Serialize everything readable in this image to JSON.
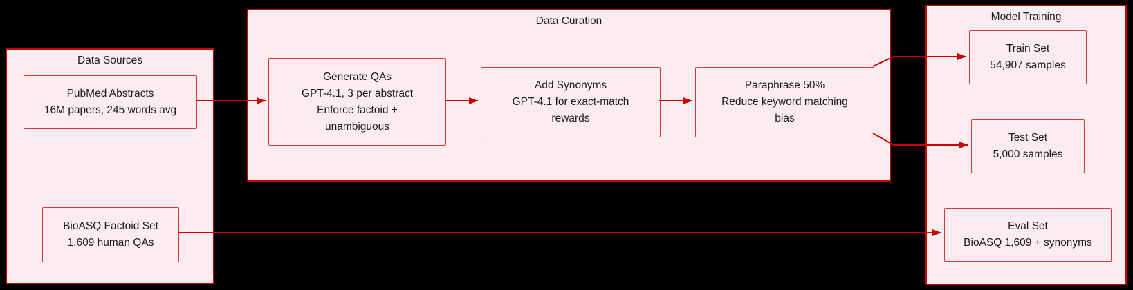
{
  "colors": {
    "background": "#000000",
    "fill": "#fbedef",
    "border_strong": "#cc0000",
    "border_soft": "#cc3e3e",
    "arrow": "#cc0000",
    "text": "#1c1c1c"
  },
  "groups": [
    {
      "id": "data-sources",
      "title": "Data Sources",
      "nodes": [
        {
          "id": "pubmed",
          "lines": [
            "PubMed Abstracts",
            "16M papers, 245 words avg"
          ]
        },
        {
          "id": "bioasq",
          "lines": [
            "BioASQ Factoid Set",
            "1,609 human QAs"
          ]
        }
      ]
    },
    {
      "id": "data-curation",
      "title": "Data Curation",
      "nodes": [
        {
          "id": "generate-qas",
          "lines": [
            "Generate QAs",
            "GPT-4.1, 3 per abstract",
            "Enforce factoid +",
            "unambiguous"
          ]
        },
        {
          "id": "add-synonyms",
          "lines": [
            "Add Synonyms",
            "GPT-4.1 for exact-match",
            "rewards"
          ]
        },
        {
          "id": "paraphrase",
          "lines": [
            "Paraphrase 50%",
            "Reduce keyword matching",
            "bias"
          ]
        }
      ]
    },
    {
      "id": "model-training",
      "title": "Model Training",
      "nodes": [
        {
          "id": "train-set",
          "lines": [
            "Train Set",
            "54,907 samples"
          ]
        },
        {
          "id": "test-set",
          "lines": [
            "Test Set",
            "5,000 samples"
          ]
        },
        {
          "id": "eval-set",
          "lines": [
            "Eval Set",
            "BioASQ 1,609 + synonyms"
          ]
        }
      ]
    }
  ],
  "edges": [
    {
      "from": "pubmed",
      "to": "generate-qas"
    },
    {
      "from": "generate-qas",
      "to": "add-synonyms"
    },
    {
      "from": "add-synonyms",
      "to": "paraphrase"
    },
    {
      "from": "paraphrase",
      "to": "train-set"
    },
    {
      "from": "paraphrase",
      "to": "test-set"
    },
    {
      "from": "bioasq",
      "to": "eval-set"
    }
  ]
}
